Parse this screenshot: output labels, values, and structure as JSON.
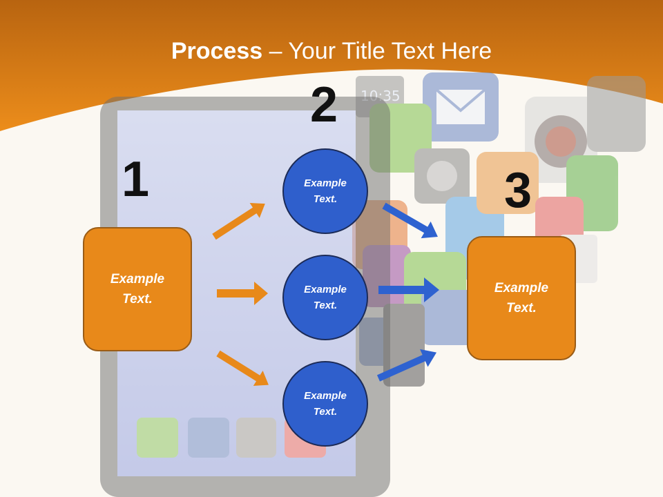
{
  "title": {
    "bold": "Process",
    "rest": " – Your Title Text Here"
  },
  "steps": {
    "one": "1",
    "two": "2",
    "three": "3"
  },
  "box_left": {
    "line1": "Example",
    "line2": "Text."
  },
  "box_right": {
    "line1": "Example",
    "line2": "Text."
  },
  "circles": [
    {
      "line1": "Example",
      "line2": "Text."
    },
    {
      "line1": "Example",
      "line2": "Text."
    },
    {
      "line1": "Example",
      "line2": "Text."
    }
  ],
  "phone": {
    "clock": "10:35"
  },
  "colors": {
    "header_orange": "#e8891a",
    "box_orange": "#e8891a",
    "circle_blue": "#2f5fcc",
    "arrow_orange": "#e8891a",
    "arrow_blue": "#2e62d0",
    "background": "#fbf8f2"
  },
  "icons": [
    "phone-icon",
    "mail-icon",
    "gear-icon",
    "camera-icon",
    "weather-icon",
    "news-icon",
    "contacts-icon"
  ]
}
